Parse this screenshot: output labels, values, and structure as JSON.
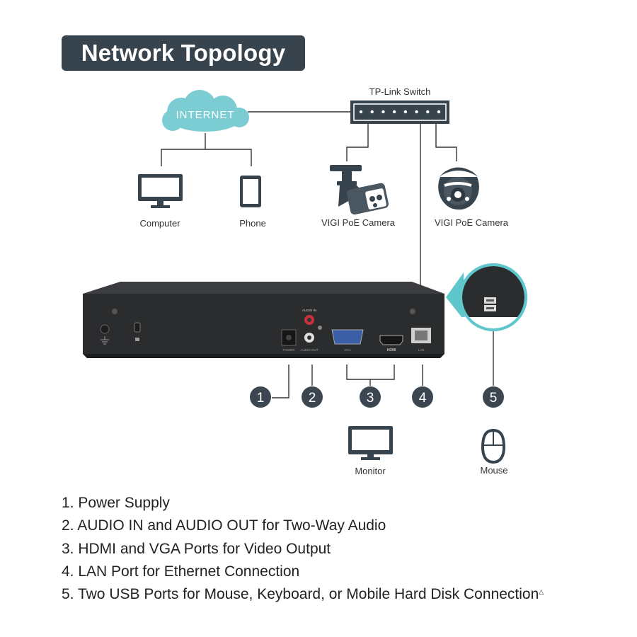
{
  "title": "Network Topology",
  "switch": {
    "label": "TP-Link Switch",
    "port_count": 8
  },
  "internet": {
    "label": "INTERNET"
  },
  "devices": {
    "computer": "Computer",
    "phone": "Phone",
    "camera_bullet": "VIGI PoE Camera",
    "camera_turret": "VIGI PoE Camera",
    "monitor": "Monitor",
    "mouse": "Mouse"
  },
  "rear_panel": {
    "audio_in": "AUDIO IN",
    "power": "POWER",
    "audio_out": "AUDIO OUT",
    "vga": "VGA",
    "hdmi": "HDMI",
    "lan": "LAN"
  },
  "callouts": [
    "1",
    "2",
    "3",
    "4",
    "5"
  ],
  "legend": [
    "1. Power Supply",
    "2. AUDIO IN and AUDIO OUT for Two-Way Audio",
    "3. HDMI and VGA Ports for Video Output",
    "4. LAN Port for Ethernet Connection",
    "5. Two USB Ports for Mouse, Keyboard, or Mobile Hard Disk Connection"
  ],
  "legend_footnote_mark": "△",
  "colors": {
    "banner": "#37434d",
    "cloud": "#7ccdd3",
    "callout": "#3b4650",
    "zoom_accent": "#5fc6cc",
    "nvr_body": "#2a2c2e"
  }
}
